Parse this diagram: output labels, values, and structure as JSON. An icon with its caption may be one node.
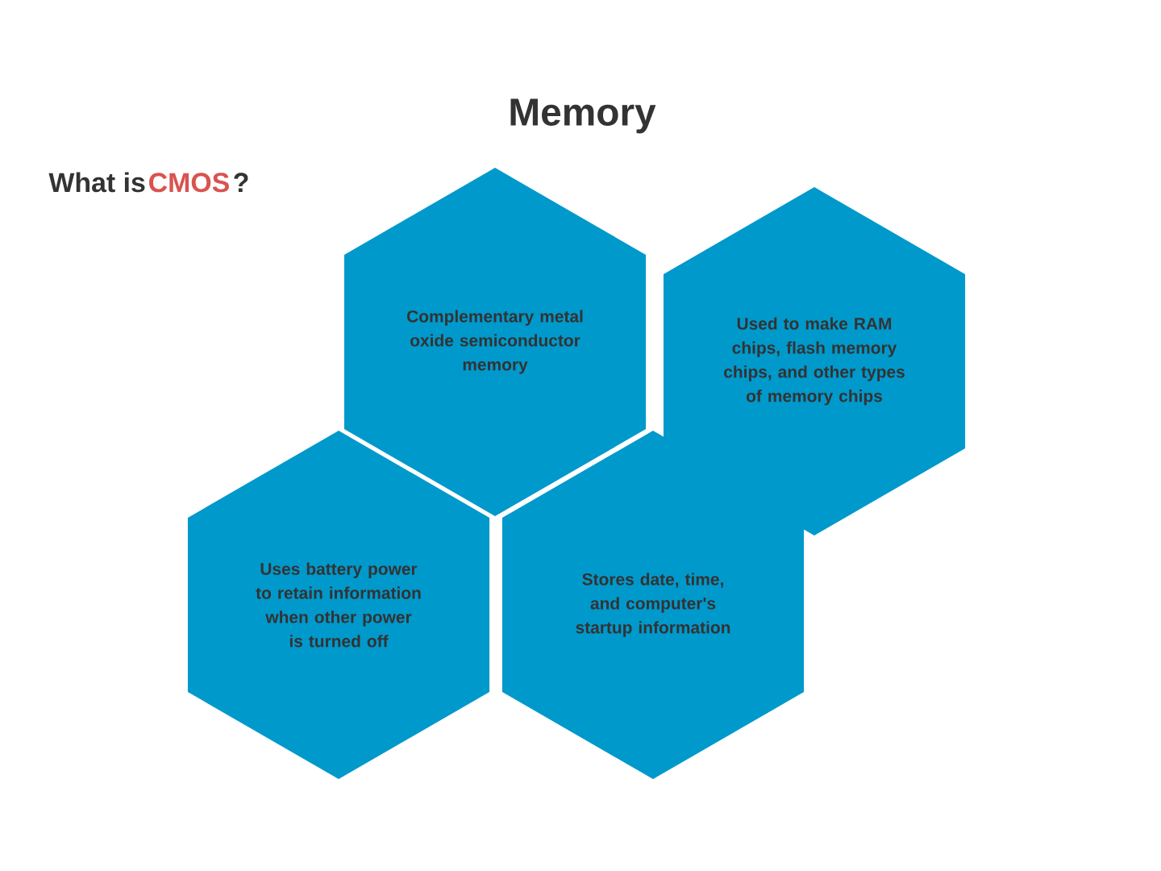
{
  "diagram": {
    "title": "Memory",
    "nodes": [
      {
        "text": [
          "Complementary metal oxide semiconductor memory"
        ]
      },
      {
        "text": [
          "Used to make RAM chips, flash memory chips, and other types of memory chips"
        ]
      },
      {
        "text": [
          "Uses battery power to retain information when other power is turned off"
        ]
      },
      {
        "text": [
          "Stores date, time, and computer's startup information"
        ]
      }
    ],
    "edges": [],
    "labels": [
      "What is",
      "CMOS",
      "?"
    ]
  }
}
